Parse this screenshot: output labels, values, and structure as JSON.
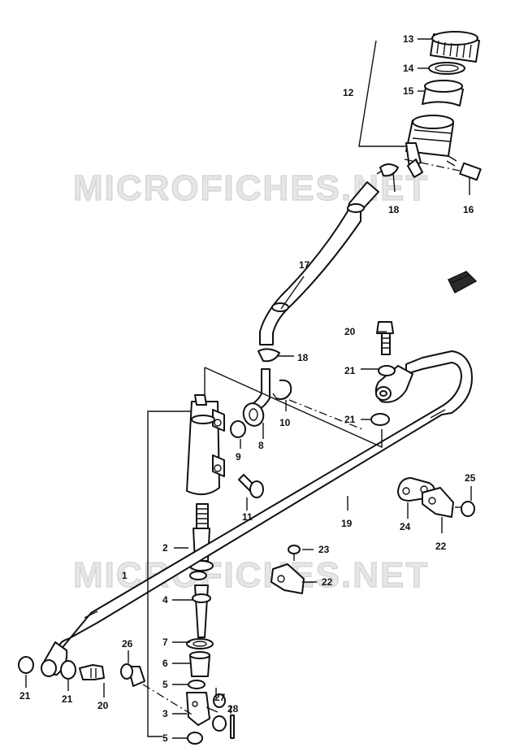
{
  "watermark": "MICROFICHES.NET",
  "callouts": {
    "c1": "1",
    "c2": "2",
    "c3": "3",
    "c4": "4",
    "c5a": "5",
    "c5b": "5",
    "c6": "6",
    "c7": "7",
    "c8": "8",
    "c9": "9",
    "c10": "10",
    "c11": "11",
    "c12": "12",
    "c13": "13",
    "c14": "14",
    "c15": "15",
    "c16": "16",
    "c17": "17",
    "c18a": "18",
    "c18b": "18",
    "c19": "19",
    "c20a": "20",
    "c20b": "20",
    "c21a": "21",
    "c21b": "21",
    "c21c": "21",
    "c21d": "21",
    "c22a": "22",
    "c22b": "22",
    "c23": "23",
    "c24": "24",
    "c25": "25",
    "c26": "26",
    "c27": "27",
    "c28": "28"
  }
}
